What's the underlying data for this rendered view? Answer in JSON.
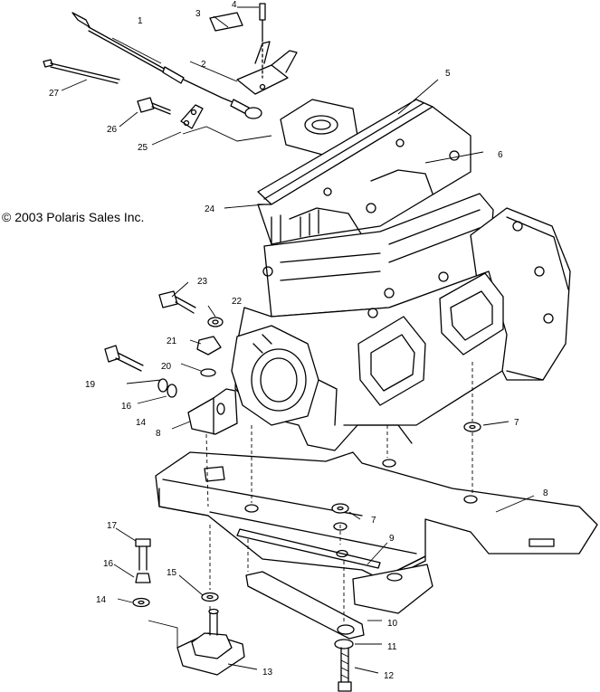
{
  "copyright": "© 2003 Polaris Sales Inc.",
  "callouts": {
    "c1": "1",
    "c2": "2",
    "c3": "3",
    "c4": "4",
    "c5": "5",
    "c6": "6",
    "c7a": "7",
    "c7b": "7",
    "c8a": "8",
    "c8b": "8",
    "c9": "9",
    "c10": "10",
    "c11": "11",
    "c12": "12",
    "c13": "13",
    "c14a": "14",
    "c14b": "14",
    "c15": "15",
    "c16a": "16",
    "c16b": "16",
    "c17": "17",
    "c19": "19",
    "c20": "20",
    "c21": "21",
    "c22": "22",
    "c23": "23",
    "c24": "24",
    "c25": "25",
    "c26": "26",
    "c27": "27"
  }
}
